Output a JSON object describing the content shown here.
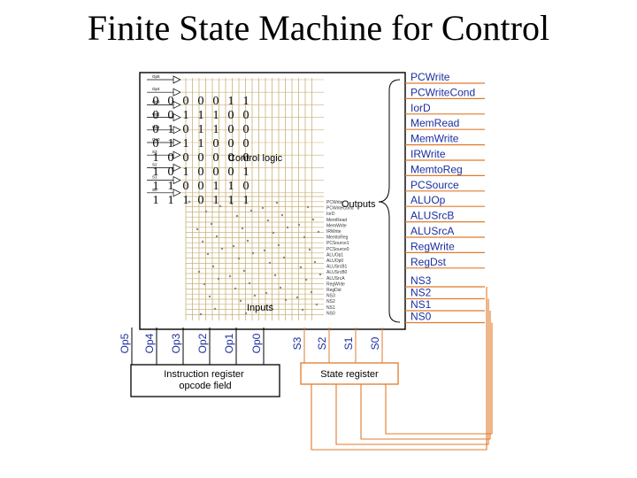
{
  "title": "Finite State Machine for Control",
  "colors": {
    "line": "#000000",
    "grid": "#c9b27a",
    "arrow": "#e07b2c",
    "dot": "#888888"
  },
  "pla_inputs": [
    "Op5",
    "Op4",
    "Op3",
    "Op2",
    "Op1",
    "Op0",
    "S3",
    "S2",
    "S1",
    "S0"
  ],
  "pla_input_row_labels": [
    "Op5",
    "Op4",
    "Op3",
    "Op2",
    "Op1",
    "Op0",
    "S3",
    "S2",
    "S1",
    "S0"
  ],
  "overlay_rows": [
    [
      "0",
      "0",
      "0",
      "0",
      "0",
      "1",
      "1"
    ],
    [
      "0",
      "0",
      "1",
      "1",
      "1",
      "0",
      "0"
    ],
    [
      "0",
      "1",
      "0",
      "1",
      "1",
      "0",
      "0"
    ],
    [
      "0",
      "1",
      "1",
      "1",
      "0",
      "0",
      "0"
    ],
    [
      "1",
      "0",
      "0",
      "0",
      "0",
      "0",
      "0"
    ],
    [
      "1",
      "0",
      "1",
      "0",
      "0",
      "0",
      "1"
    ],
    [
      "1",
      "1",
      "0",
      "0",
      "1",
      "1",
      "0"
    ],
    [
      "1",
      "1",
      "1",
      "0",
      "1",
      "1",
      "1"
    ]
  ],
  "control_logic_label": "Control logic",
  "outputs_label": "Outputs",
  "inputs_label": "Inputs",
  "small_output_labels": [
    "PCWrite",
    "PCWriteCond",
    "IorD",
    "MemRead",
    "MemWrite",
    "IRWrite",
    "MemtoReg",
    "PCSource1",
    "PCSource0",
    "ALUOp1",
    "ALUOp0",
    "ALUSrcB1",
    "ALUSrcB0",
    "ALUSrcA",
    "RegWrite",
    "RegDst",
    "NS3",
    "NS2",
    "NS1",
    "NS0"
  ],
  "control_outputs": [
    "PCWrite",
    "PCWriteCond",
    "IorD",
    "MemRead",
    "MemWrite",
    "IRWrite",
    "MemtoReg",
    "PCSource",
    "ALUOp",
    "ALUSrcB",
    "ALUSrcA",
    "RegWrite",
    "RegDst"
  ],
  "next_state_outputs": [
    "NS3",
    "NS2",
    "NS1",
    "NS0"
  ],
  "instruction_register_label": "Instruction register\nopcode field",
  "state_register_label": "State register"
}
